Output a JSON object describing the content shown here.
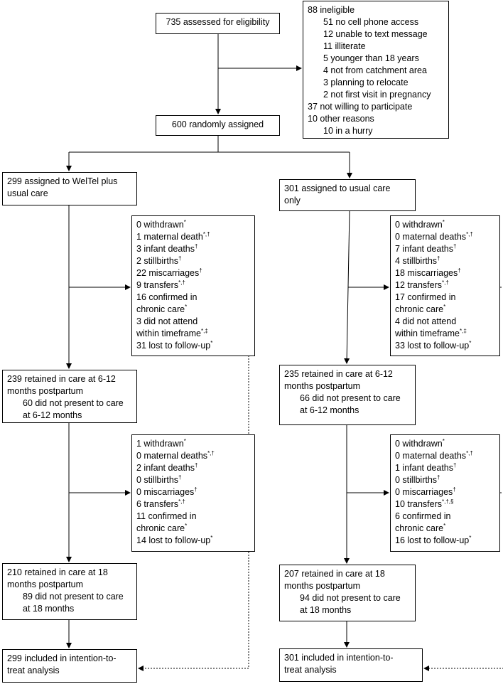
{
  "assessed": "735 assessed for eligibility",
  "ineligible": {
    "title": "88 ineligible",
    "reasons": [
      "51 no cell phone access",
      "12 unable to text message",
      "11 illiterate",
      "5 younger than 18 years",
      "4 not from catchment area",
      "3 planning to relocate",
      "2 not first visit in pregnancy"
    ],
    "not_willing": "37 not willing to participate",
    "other": "10 other reasons",
    "other_detail": "10 in a hurry"
  },
  "randomized": "600 randomly assigned",
  "welTel": {
    "assigned": [
      "299 assigned to WelTel plus",
      "usual care"
    ],
    "exits1": [
      {
        "text": "0 withdrawn",
        "sup": "*"
      },
      {
        "text": "1 maternal death",
        "sup": "*,†"
      },
      {
        "text": "3 infant deaths",
        "sup": "†"
      },
      {
        "text": "2 stillbirths",
        "sup": "†"
      },
      {
        "text": "22 miscarriages",
        "sup": "†"
      },
      {
        "text": "9 transfers",
        "sup": "*,†"
      },
      {
        "text": "16 confirmed in",
        "sup": ""
      },
      {
        "text": "chronic care",
        "sup": "*"
      },
      {
        "text": "3 did not attend",
        "sup": ""
      },
      {
        "text": "within timeframe",
        "sup": "*,‡"
      },
      {
        "text": "31 lost to follow-up",
        "sup": "*"
      }
    ],
    "retained1": [
      "239 retained in care at 6-12",
      "months postpartum"
    ],
    "retained1_sub": [
      "60 did not present to care",
      "at 6-12 months"
    ],
    "exits2": [
      {
        "text": "1 withdrawn",
        "sup": "*"
      },
      {
        "text": "0 maternal deaths",
        "sup": "*,†"
      },
      {
        "text": "2 infant deaths",
        "sup": "†"
      },
      {
        "text": "0 stillbirths",
        "sup": "†"
      },
      {
        "text": "0 miscarriages",
        "sup": "†"
      },
      {
        "text": "6 transfers",
        "sup": "*,†"
      },
      {
        "text": "11 confirmed in",
        "sup": ""
      },
      {
        "text": "chronic care",
        "sup": "*"
      },
      {
        "text": "14 lost to follow-up",
        "sup": "*"
      }
    ],
    "retained2": [
      "210 retained in care at 18",
      "months postpartum"
    ],
    "retained2_sub": [
      "89 did not present to care",
      "at 18 months"
    ],
    "itt": [
      "299 included in intention-to-",
      "treat analysis"
    ]
  },
  "usual": {
    "assigned": [
      "301 assigned to usual care",
      "only"
    ],
    "exits1": [
      {
        "text": "0 withdrawn",
        "sup": "*"
      },
      {
        "text": "0 maternal deaths",
        "sup": "*,†"
      },
      {
        "text": "7 infant deaths",
        "sup": "†"
      },
      {
        "text": "4 stillbirths",
        "sup": "†"
      },
      {
        "text": "18 miscarriages",
        "sup": "†"
      },
      {
        "text": "12 transfers",
        "sup": "*,†"
      },
      {
        "text": "17 confirmed in",
        "sup": ""
      },
      {
        "text": "chronic care",
        "sup": "*"
      },
      {
        "text": "4 did not attend",
        "sup": ""
      },
      {
        "text": "within timeframe",
        "sup": "*,‡"
      },
      {
        "text": "33 lost to follow-up",
        "sup": "*"
      }
    ],
    "retained1": [
      "235 retained in care at 6-12",
      "months postpartum"
    ],
    "retained1_sub": [
      "66 did not present to care",
      "at 6-12 months"
    ],
    "exits2": [
      {
        "text": "0 withdrawn",
        "sup": "*"
      },
      {
        "text": "0 maternal deaths",
        "sup": "*,†"
      },
      {
        "text": "1 infant deaths",
        "sup": "†"
      },
      {
        "text": "0 stillbirths",
        "sup": "†"
      },
      {
        "text": "0 miscarriages",
        "sup": "†"
      },
      {
        "text": "10 transfers",
        "sup": "*,†,§"
      },
      {
        "text": "6 confirmed in",
        "sup": ""
      },
      {
        "text": "chronic care",
        "sup": "*"
      },
      {
        "text": "16 lost to follow-up",
        "sup": "*"
      }
    ],
    "retained2": [
      "207 retained in care at 18",
      "months postpartum"
    ],
    "retained2_sub": [
      "94 did not present to care",
      "at 18 months"
    ],
    "itt": [
      "301 included in intention-to-",
      "treat analysis"
    ]
  }
}
